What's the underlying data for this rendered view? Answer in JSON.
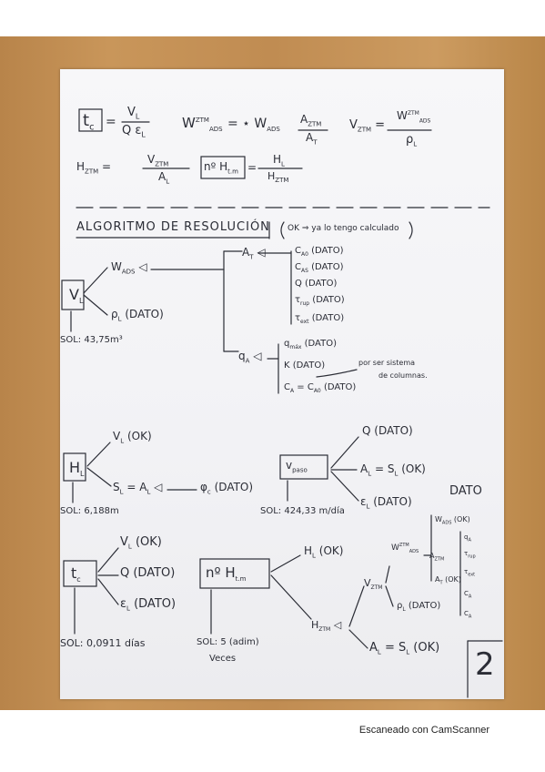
{
  "formulas": {
    "tc": "t",
    "tc_sub": "c",
    "tc_rhs_num": "V",
    "tc_rhs_num_sub": "L",
    "tc_rhs_den": "Q ε",
    "tc_rhs_den_sub": "L",
    "wads_lhs": "W",
    "wads_sup": "ZTM",
    "wads_sub": "ADS",
    "wads_eq": "= ⋆ W",
    "wads_rhs_sub": "ADS",
    "wads_frac_num": "A",
    "wads_frac_num_sub": "ZTM",
    "wads_frac_den": "A",
    "wads_frac_den_sub": "T",
    "vztm": "V",
    "vztm_sub": "ZTM",
    "vztm_eq": "=",
    "vztm_num": "W",
    "vztm_num_sup": "ZTM",
    "vztm_num_sub": "ADS",
    "vztm_den": "ρ",
    "vztm_den_sub": "L",
    "hztm": "H",
    "hztm_sub": "ZTM",
    "hztm_eq": "=",
    "hztm_num": "V",
    "hztm_num_sub": "ZTM",
    "hztm_den": "A",
    "hztm_den_sub": "L",
    "nht": "nº H",
    "nht_sub": "t.m",
    "nht_eq": "=",
    "nht_num": "H",
    "nht_num_sub": "L",
    "nht_den": "H",
    "nht_den_sub": "ZTM"
  },
  "header": {
    "title": "ALGORITMO DE RESOLUCIÓN",
    "note": "OK ⇒ ya lo tengo calculado"
  },
  "vl_tree": {
    "root": "V",
    "root_sub": "L",
    "wads": "W",
    "wads_sub": "ADS",
    "rho": "ρ",
    "rho_sub": "L",
    "rho_tag": "(DATO)",
    "at": "A",
    "at_sub": "T",
    "at_items": [
      "C",
      "C",
      "Q (DATO)",
      "τ",
      "τ"
    ],
    "at_item_subs": [
      "A0",
      "AS",
      "",
      "rup",
      "ext"
    ],
    "at_item_tags": [
      "(DATO)",
      "(DATO)",
      "",
      "(DATO)",
      "(DATO)"
    ],
    "qa": "q",
    "qa_sub": "A",
    "qa_items": [
      "q",
      "K (DATO)",
      "C"
    ],
    "qa_item_subs": [
      "máx",
      "",
      "A"
    ],
    "qa_item_tags": [
      "(DATO)",
      "",
      "= C"
    ],
    "qa_ca0_sub": "A0",
    "qa_ca0_tag": "(DATO)",
    "qa_note_1": "por ser sistema",
    "qa_note_2": "de columnas.",
    "solution": "SOL: 43,75m³"
  },
  "hl_tree": {
    "root": "H",
    "root_sub": "L",
    "vl": "V",
    "vl_sub": "L",
    "vl_tag": "(OK)",
    "sl": "S",
    "sl_sub": "L",
    "sl_eq": "= A",
    "sl_eq_sub": "L",
    "phi": "φ",
    "phi_sub": "c",
    "phi_tag": "(DATO)",
    "solution": "SOL: 6,188m"
  },
  "vpaso_tree": {
    "root": "v",
    "root_sub": "paso",
    "q": "Q (DATO)",
    "al": "A",
    "al_sub": "L",
    "al_eq": "= S",
    "al_eq_sub": "L",
    "al_tag": "(OK)",
    "el": "ε",
    "el_sub": "L",
    "el_tag": "(DATO)",
    "solution": "SOL: 424,33 m/día"
  },
  "tc_tree": {
    "root": "t",
    "root_sub": "c",
    "vl": "V",
    "vl_sub": "L",
    "vl_tag": "(OK)",
    "q": "Q (DATO)",
    "el": "ε",
    "el_sub": "L",
    "el_tag": "(DATO)",
    "solution": "SOL: 0,0911 días"
  },
  "nht_tree": {
    "root": "nº H",
    "root_sub": "t.m",
    "hl": "H",
    "hl_sub": "L",
    "hl_tag": "(OK)",
    "hztm": "H",
    "hztm_sub": "ZTM",
    "vztm": "V",
    "vztm_sub": "ZTM",
    "wads": "W",
    "wads_sup": "ZTM",
    "wads_sub": "ADS",
    "rho": "ρ",
    "rho_sub": "L",
    "rho_tag": "(DATO)",
    "al": "A",
    "al_sub": "L",
    "al_eq": "= S",
    "al_eq_sub": "L",
    "al_tag": "(OK)",
    "solution_1": "SOL: 5 (adim)",
    "solution_2": "Veces",
    "side_dato": "DATO",
    "side_items": [
      "W",
      "A",
      "A",
      "q",
      "τ",
      "τ",
      "C",
      "C"
    ],
    "side_item_subs": [
      "ADS",
      "ZTM",
      "T",
      "A",
      "rup",
      "ext",
      "A",
      "A"
    ],
    "side_item_tags": [
      "(OK)",
      "",
      "(OK)",
      "",
      "",
      "",
      "",
      ""
    ]
  },
  "page_number": "2",
  "footer": "Escaneado con CamScanner"
}
